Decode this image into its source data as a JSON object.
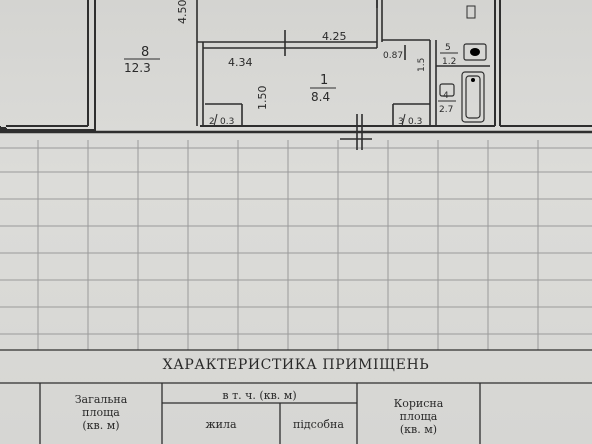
{
  "plan": {
    "rooms": [
      {
        "number": "8",
        "area": "12.3"
      },
      {
        "number": "1",
        "area": "8.4"
      },
      {
        "number": "2",
        "area": "0.3"
      },
      {
        "number": "3",
        "area": "0.3"
      },
      {
        "number": "4",
        "area": "2.7"
      },
      {
        "number": "5",
        "area": "1.2"
      }
    ],
    "dimensions": {
      "d450": "4.50",
      "d425": "4.25",
      "d434": "4.34",
      "d150": "1.50",
      "d087": "0.87",
      "d15": "1.5"
    }
  },
  "table": {
    "title": "ХАРАКТЕРИСТИКА ПРИМІЩЕНЬ",
    "col_total": [
      "Загальна",
      "площа",
      "(кв. м)"
    ],
    "col_incl": "в т. ч. (кв. м)",
    "col_living": "жила",
    "col_auxiliary": "підсобна",
    "col_useful": [
      "Корисна",
      "площа",
      "(кв. м)"
    ]
  }
}
